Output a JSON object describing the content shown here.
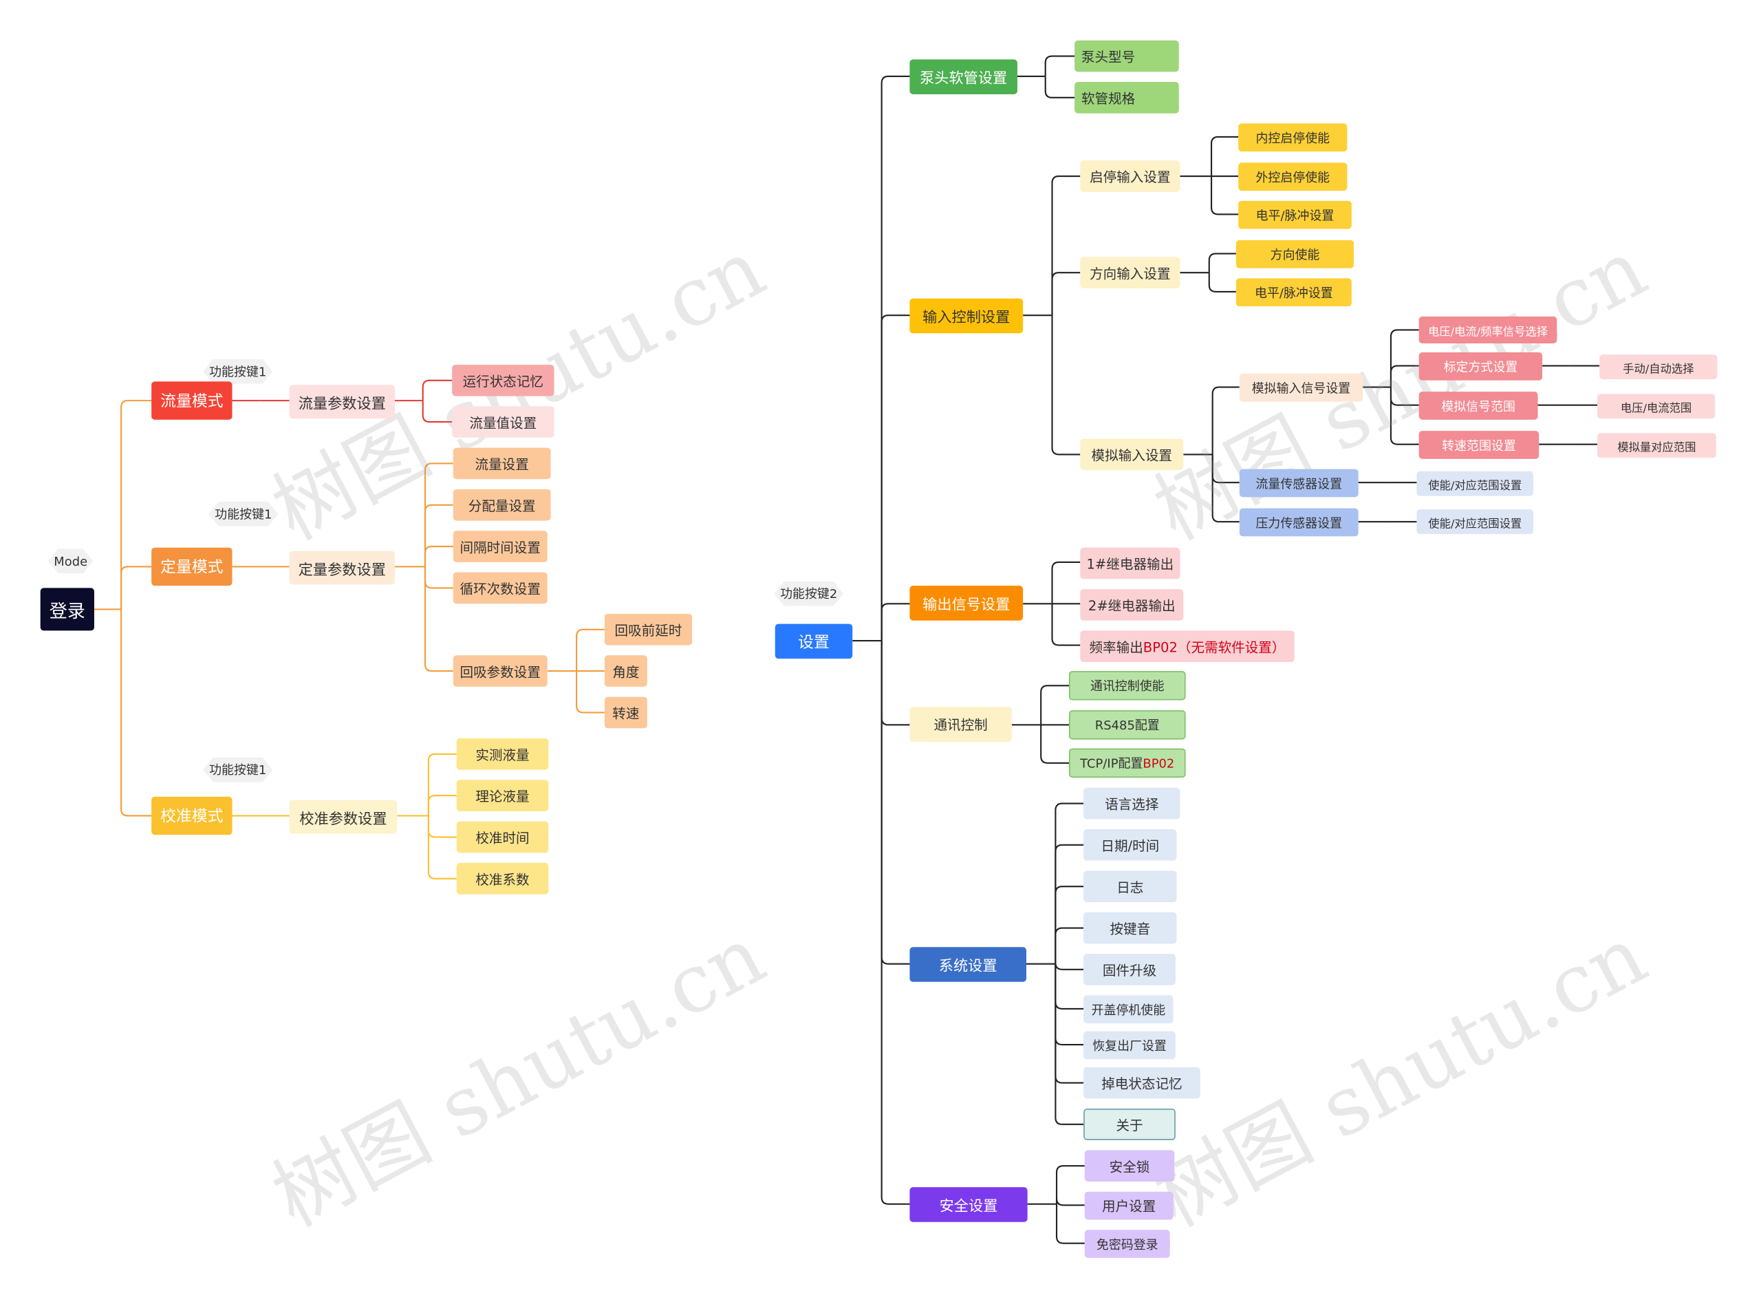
{
  "watermark": "树图 shutu.cn",
  "colors": {
    "red": "#f44336",
    "orange": "#f5923e",
    "yellow": "#fbc02d",
    "green": "#4caf50",
    "green_light": "#9ed67a",
    "amber": "#ffc107",
    "orange_deep": "#fb8c00",
    "blue": "#2979ff",
    "blue_sys": "#3a6fc9",
    "purple": "#7c3aed",
    "navy": "#0b0b2b"
  },
  "left": {
    "mode_tag": "Mode",
    "root": "登录",
    "branches": [
      {
        "tag": "功能按键1",
        "label": "流量模式",
        "param": "流量参数设置",
        "children": [
          "运行状态记忆",
          "流量值设置"
        ]
      },
      {
        "tag": "功能按键1",
        "label": "定量模式",
        "param": "定量参数设置",
        "children": [
          "流量设置",
          "分配量设置",
          "间隔时间设置",
          "循环次数设置",
          "回吸参数设置"
        ],
        "sub": [
          "回吸前延时",
          "角度",
          "转速"
        ]
      },
      {
        "tag": "功能按键1",
        "label": "校准模式",
        "param": "校准参数设置",
        "children": [
          "实测液量",
          "理论液量",
          "校准时间",
          "校准系数"
        ]
      }
    ]
  },
  "right": {
    "tag": "功能按键2",
    "root": "设置",
    "pump": {
      "label": "泵头软管设置",
      "children": [
        "泵头型号",
        "软管规格"
      ]
    },
    "input": {
      "label": "输入控制设置",
      "startstop": {
        "label": "启停输入设置",
        "children": [
          "内控启停使能",
          "外控启停使能",
          "电平/脉冲设置"
        ]
      },
      "direction": {
        "label": "方向输入设置",
        "children": [
          "方向使能",
          "电平/脉冲设置"
        ]
      },
      "analog": {
        "label": "模拟输入设置",
        "signal": {
          "label": "模拟输入信号设置",
          "children": [
            "电压/电流/频率信号选择",
            "标定方式设置",
            "模拟信号范围",
            "转速范围设置"
          ],
          "leaves": [
            "手动/自动选择",
            "电压/电流范围",
            "模拟量对应范围"
          ]
        },
        "flow_sensor": {
          "label": "流量传感器设置",
          "leaf": "使能/对应范围设置"
        },
        "pressure_sensor": {
          "label": "压力传感器设置",
          "leaf": "使能/对应范围设置"
        }
      }
    },
    "output": {
      "label": "输出信号设置",
      "children": [
        "1#继电器输出",
        "2#继电器输出"
      ],
      "freq_prefix": "频率输出",
      "freq_hl": "BP02（无需软件设置）"
    },
    "comm": {
      "label": "通讯控制",
      "children": [
        "通讯控制使能",
        "RS485配置"
      ],
      "tcp_prefix": "TCP/IP配置 ",
      "tcp_hl": "BP02"
    },
    "system": {
      "label": "系统设置",
      "children": [
        "语言选择",
        "日期/时间",
        "日志",
        "按键音",
        "固件升级",
        "开盖停机使能",
        "恢复出厂设置",
        "掉电状态记忆",
        "关于"
      ]
    },
    "security": {
      "label": "安全设置",
      "children": [
        "安全锁",
        "用户设置",
        "免密码登录"
      ]
    }
  }
}
